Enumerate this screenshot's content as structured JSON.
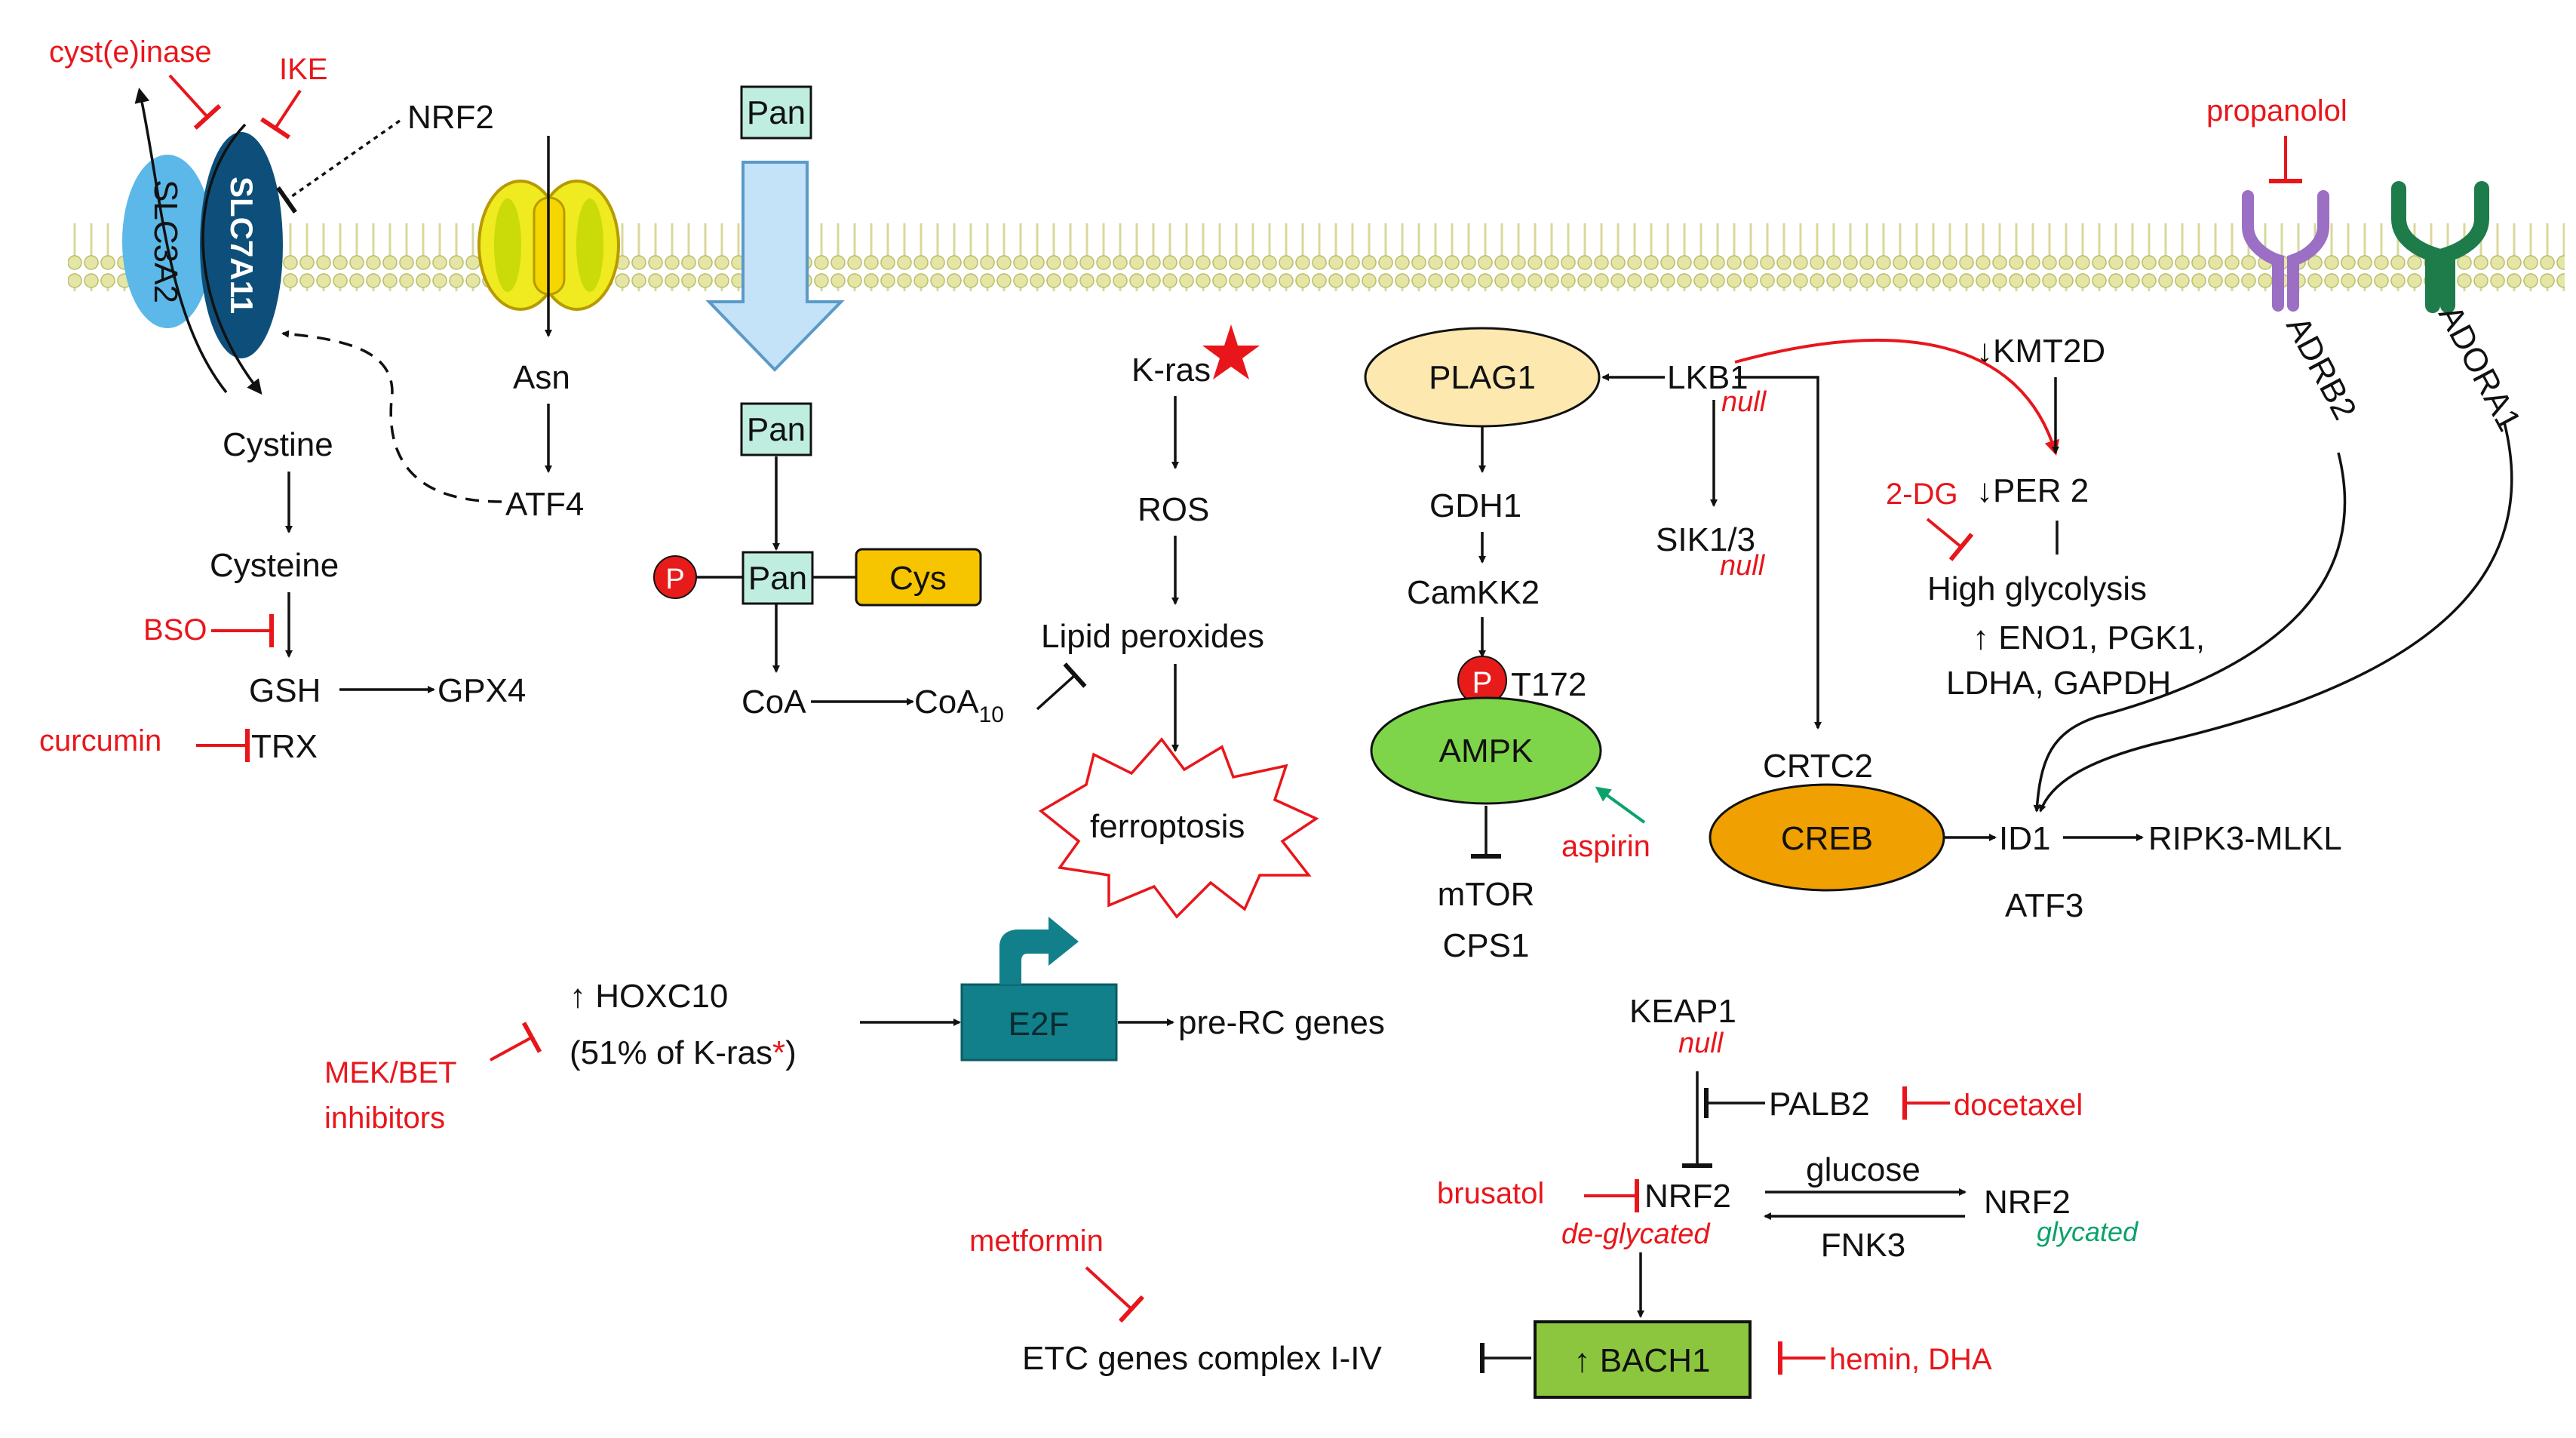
{
  "colors": {
    "inhibitor_text": "#e8161b",
    "membrane": "#dfe39a",
    "slc3a2": "#5cb8e8",
    "slc7a11": "#0d4f7a",
    "plag1": "#fde8b0",
    "ampk": "#7ed54a",
    "creb": "#f0a000",
    "e2f": "#11808a",
    "bach1": "#8cc63f",
    "pan_box": "#bfeee0",
    "cys_box": "#f7c400",
    "adrb2": "#9b6fc4",
    "adora1": "#1e7b4a",
    "glycated": "#0aa36a"
  },
  "membrane": {
    "transporters": {
      "slc3a2": "SLC3A2",
      "slc7a11": "SLC7A11"
    },
    "receptors": {
      "adrb2": "ADRB2",
      "adora1": "ADORA1"
    },
    "channel_icon": "asparagine-channel-icon"
  },
  "inhibitors": {
    "cysteinase": "cyst(e)inase",
    "ike": "IKE",
    "propanolol": "propanolol",
    "bso": "BSO",
    "curcumin": "curcumin",
    "two_dg": "2-DG",
    "aspirin": "aspirin",
    "mek_bet_1": "MEK/BET",
    "mek_bet_2": "inhibitors",
    "docetaxel": "docetaxel",
    "brusatol": "brusatol",
    "metformin": "metformin",
    "hemin": "hemin, DHA"
  },
  "nodes": {
    "nrf2_top": "NRF2",
    "cystine": "Cystine",
    "cysteine": "Cysteine",
    "gsh": "GSH",
    "gpx4": "GPX4",
    "trx": "TRX",
    "asn": "Asn",
    "atf4": "ATF4",
    "pan_out": "Pan",
    "pan_in": "Pan",
    "p_pan": "P",
    "pan_core": "Pan",
    "cys": "Cys",
    "coa": "CoA",
    "coa10": "CoA",
    "coa10_sub": "10",
    "kras": "K-ras",
    "ros": "ROS",
    "lipid": "Lipid peroxides",
    "ferroptosis": "ferroptosis",
    "plag1": "PLAG1",
    "lkb1": "LKB1",
    "lkb1_null": "null",
    "gdh1": "GDH1",
    "camkk2": "CamKK2",
    "p_ampk": "P",
    "t172": "T172",
    "ampk": "AMPK",
    "mtor": "mTOR",
    "cps1": "CPS1",
    "sik": "SIK1/3",
    "sik_null": "null",
    "crtc2": "CRTC2",
    "creb": "CREB",
    "id1": "ID1",
    "ripk3": "RIPK3-MLKL",
    "atf3": "ATF3",
    "kmt2d": "↓KMT2D",
    "per2": "↓PER 2",
    "glycolysis": "High glycolysis",
    "eno1": "↑ ENO1, PGK1,",
    "ldha": "LDHA, GAPDH",
    "hoxc10": "↑ HOXC10",
    "hoxc10_sub": "(51% of K-ras",
    "hoxc10_star": "*",
    "hoxc10_close": ")",
    "e2f": "E2F",
    "prerc": "pre-RC genes",
    "keap1": "KEAP1",
    "keap1_null": "null",
    "palb2": "PALB2",
    "nrf2_left": "NRF2",
    "deglycated": "de-glycated",
    "glucose": "glucose",
    "fnk3": "FNK3",
    "nrf2_right": "NRF2",
    "glycated": "glycated",
    "etc": "ETC genes complex I-IV",
    "bach1": "↑ BACH1"
  }
}
